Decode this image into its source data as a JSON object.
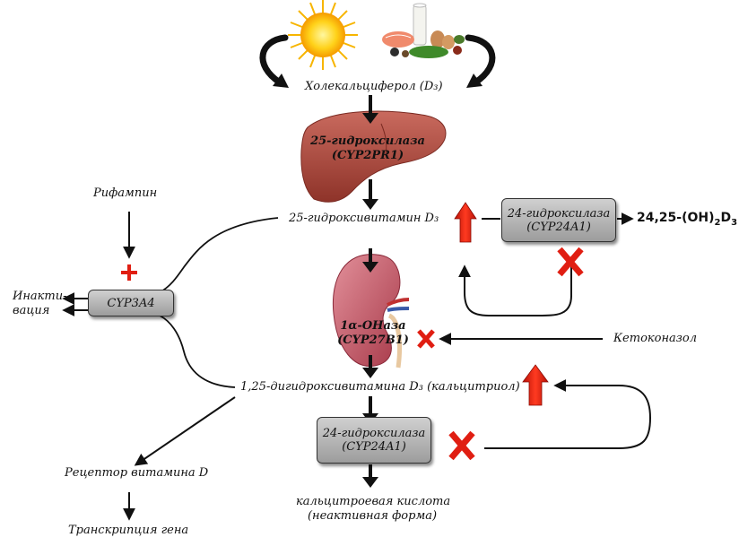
{
  "title_d3": "Холекальциферол (D₃)",
  "liver": {
    "enzyme": "25-гидроксилаза",
    "gene": "(CYP2PR1)"
  },
  "calcidiol": "25-гидроксивитамин D₃",
  "cyp24_top": {
    "enzyme": "24-гидроксилаза",
    "gene": "(CYP24A1)"
  },
  "product_24_25": {
    "prefix": "24,25-(OH)",
    "sub1": "2",
    "mid": "D",
    "sub2": "3"
  },
  "rifampin": "Рифампин",
  "inactivation": {
    "line1": "Инакти-",
    "line2": "вация"
  },
  "cyp3a4": "CYP3A4",
  "kidney": {
    "enzyme": "1α-OHаза",
    "gene": "(CYP27B1)"
  },
  "ketoconazole": "Кетоконазол",
  "calcitriol": "1,25-дигидроксивитамина D₃ (кальцитриол)",
  "cyp24_bottom": {
    "enzyme": "24-гидроксилаза",
    "gene": "(CYP24A1)"
  },
  "calcitroic": {
    "line1": "кальцитроевая кислота",
    "line2": "(неактивная форма)"
  },
  "vdr": "Рецептор витамина D",
  "transcription": "Транскрипция гена",
  "colors": {
    "red": "#e01e12",
    "box": "#b0b0b0",
    "liver": "#b44a40",
    "kidney": "#c0505e"
  }
}
